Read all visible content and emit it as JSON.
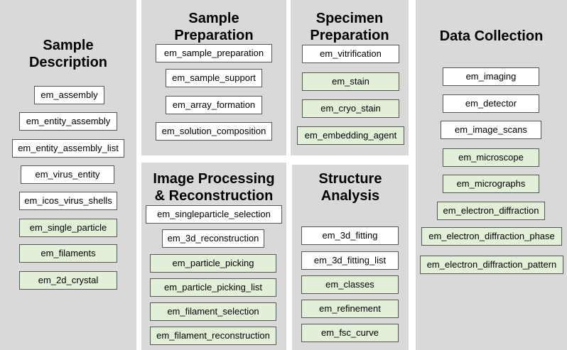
{
  "panels": {
    "sample_description": {
      "title": "Sample\nDescription",
      "items": [
        {
          "label": "em_assembly",
          "type": "plain"
        },
        {
          "label": "em_entity_assembly",
          "type": "plain"
        },
        {
          "label": "em_entity_assembly_list",
          "type": "plain"
        },
        {
          "label": "em_virus_entity",
          "type": "plain"
        },
        {
          "label": "em_icos_virus_shells",
          "type": "plain"
        },
        {
          "label": "em_single_particle",
          "type": "highlighted"
        },
        {
          "label": "em_filaments",
          "type": "highlighted"
        },
        {
          "label": "em_2d_crystal",
          "type": "highlighted"
        }
      ]
    },
    "sample_preparation": {
      "title": "Sample\nPreparation",
      "items": [
        {
          "label": "em_sample_preparation",
          "type": "plain"
        },
        {
          "label": "em_sample_support",
          "type": "plain"
        },
        {
          "label": "em_array_formation",
          "type": "plain"
        },
        {
          "label": "em_solution_composition",
          "type": "plain"
        }
      ]
    },
    "specimen_preparation": {
      "title": "Specimen\nPreparation",
      "items": [
        {
          "label": "em_vitrification",
          "type": "plain"
        },
        {
          "label": "em_stain",
          "type": "highlighted"
        },
        {
          "label": "em_cryo_stain",
          "type": "highlighted"
        },
        {
          "label": "em_embedding_agent",
          "type": "highlighted"
        }
      ]
    },
    "image_processing": {
      "title": "Image Processing\n& Reconstruction",
      "items": [
        {
          "label": "em_singleparticle_selection",
          "type": "plain"
        },
        {
          "label": "em_3d_reconstruction",
          "type": "plain"
        },
        {
          "label": "em_particle_picking",
          "type": "highlighted"
        },
        {
          "label": "em_particle_picking_list",
          "type": "highlighted"
        },
        {
          "label": "em_filament_selection",
          "type": "highlighted"
        },
        {
          "label": "em_filament_reconstruction",
          "type": "highlighted"
        }
      ]
    },
    "structure_analysis": {
      "title": "Structure\nAnalysis",
      "items": [
        {
          "label": "em_3d_fitting",
          "type": "plain"
        },
        {
          "label": "em_3d_fitting_list",
          "type": "plain"
        },
        {
          "label": "em_classes",
          "type": "highlighted"
        },
        {
          "label": "em_refinement",
          "type": "highlighted"
        },
        {
          "label": "em_fsc_curve",
          "type": "highlighted"
        }
      ]
    },
    "data_collection": {
      "title": "Data Collection",
      "items": [
        {
          "label": "em_imaging",
          "type": "plain"
        },
        {
          "label": "em_detector",
          "type": "plain"
        },
        {
          "label": "em_image_scans",
          "type": "plain"
        },
        {
          "label": "em_microscope",
          "type": "highlighted"
        },
        {
          "label": "em_micrographs",
          "type": "highlighted"
        },
        {
          "label": "em_electron_diffraction",
          "type": "highlighted"
        },
        {
          "label": "em_electron_diffraction_phase",
          "type": "highlighted"
        },
        {
          "label": "em_electron_diffraction_pattern",
          "type": "highlighted"
        }
      ]
    }
  },
  "colors": {
    "panel_background": "#d9d9d9",
    "plain_box": "#ffffff",
    "highlighted_box": "#e2efd9",
    "box_border": "#555555"
  }
}
